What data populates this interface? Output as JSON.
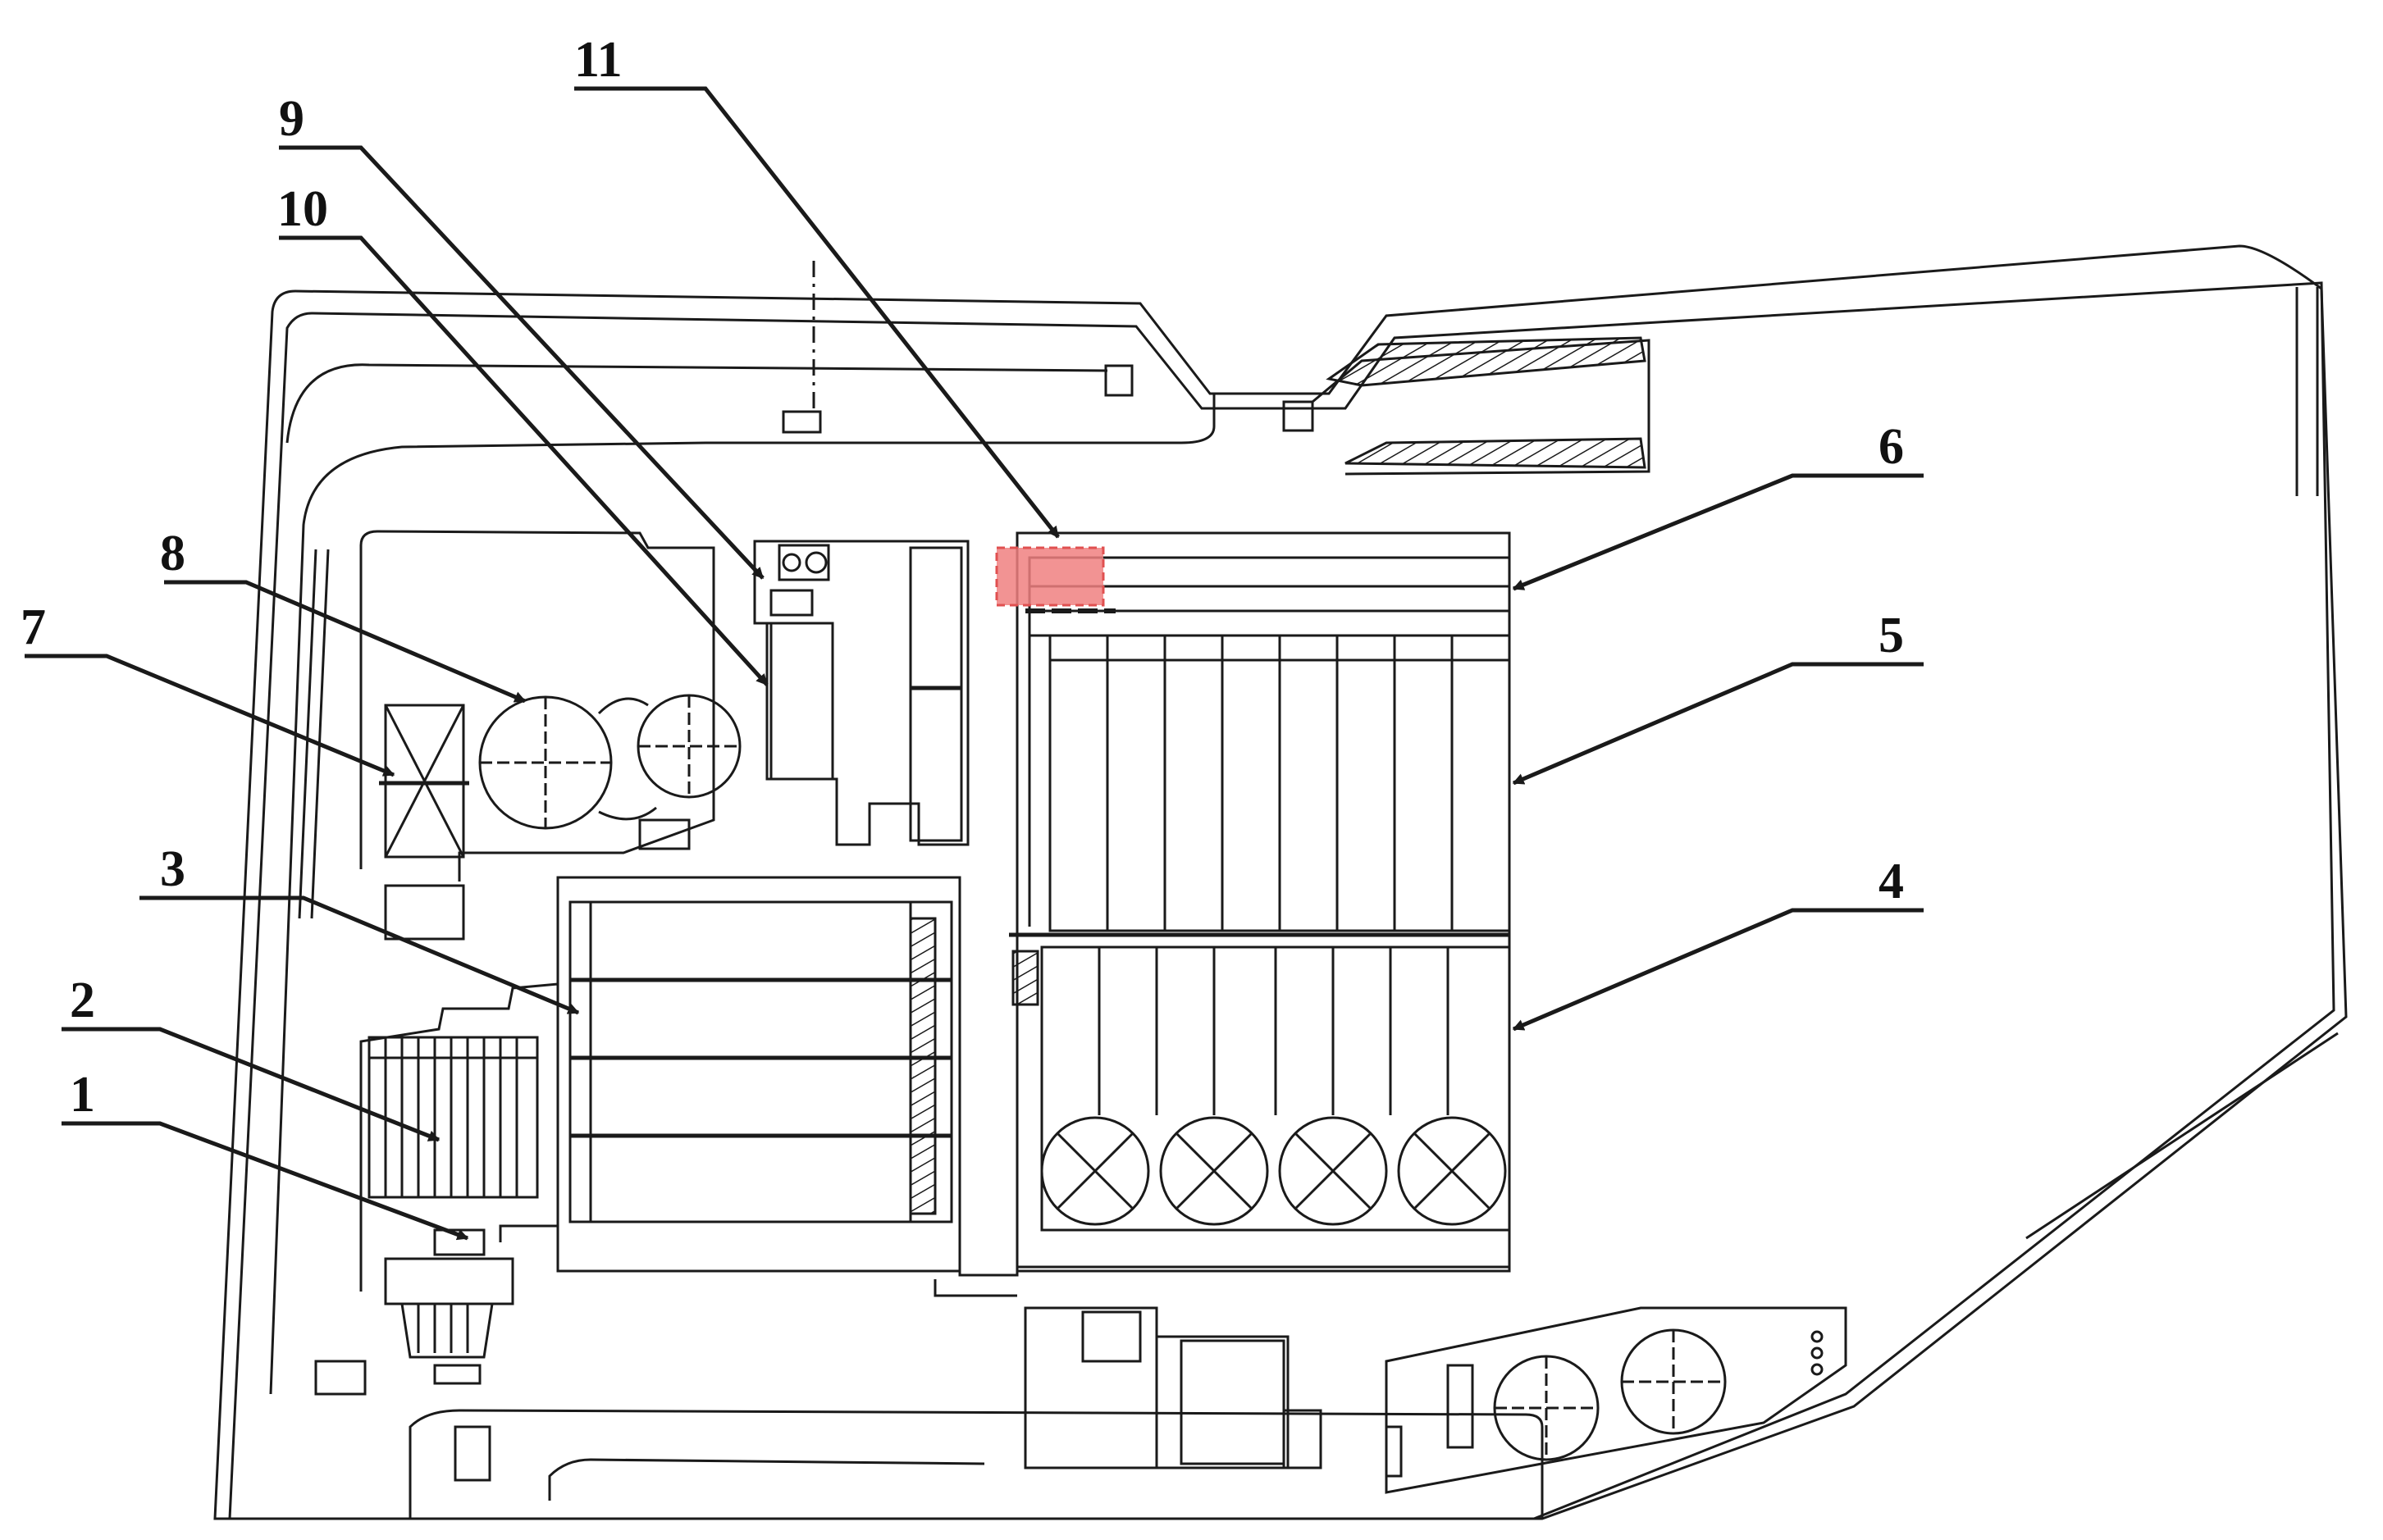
{
  "colors": {
    "line": "#1a1a1a",
    "highlight": "#f08080"
  },
  "callouts": [
    {
      "label": "1"
    },
    {
      "label": "2"
    },
    {
      "label": "3"
    },
    {
      "label": "4"
    },
    {
      "label": "5"
    },
    {
      "label": "6"
    },
    {
      "label": "7"
    },
    {
      "label": "8"
    },
    {
      "label": "9"
    },
    {
      "label": "10"
    },
    {
      "label": "11"
    }
  ]
}
